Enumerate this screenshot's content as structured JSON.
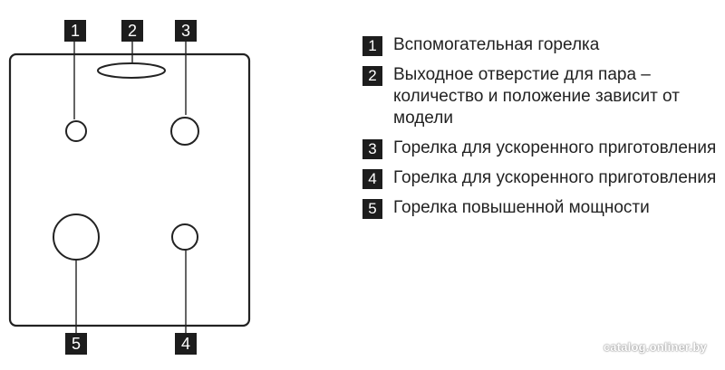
{
  "callouts": [
    "1",
    "2",
    "3",
    "4",
    "5"
  ],
  "legend": [
    {
      "num": "1",
      "text": "Вспомогательная горелка"
    },
    {
      "num": "2",
      "text": "Выходное отверстие для пара – количество и положение зависит от модели"
    },
    {
      "num": "3",
      "text": "Горелка для ускоренного приготовления"
    },
    {
      "num": "4",
      "text": "Горелка для ускоренного приготовления"
    },
    {
      "num": "5",
      "text": "Горелка повышенной мощности"
    }
  ],
  "watermark": "catalog.onliner.by"
}
